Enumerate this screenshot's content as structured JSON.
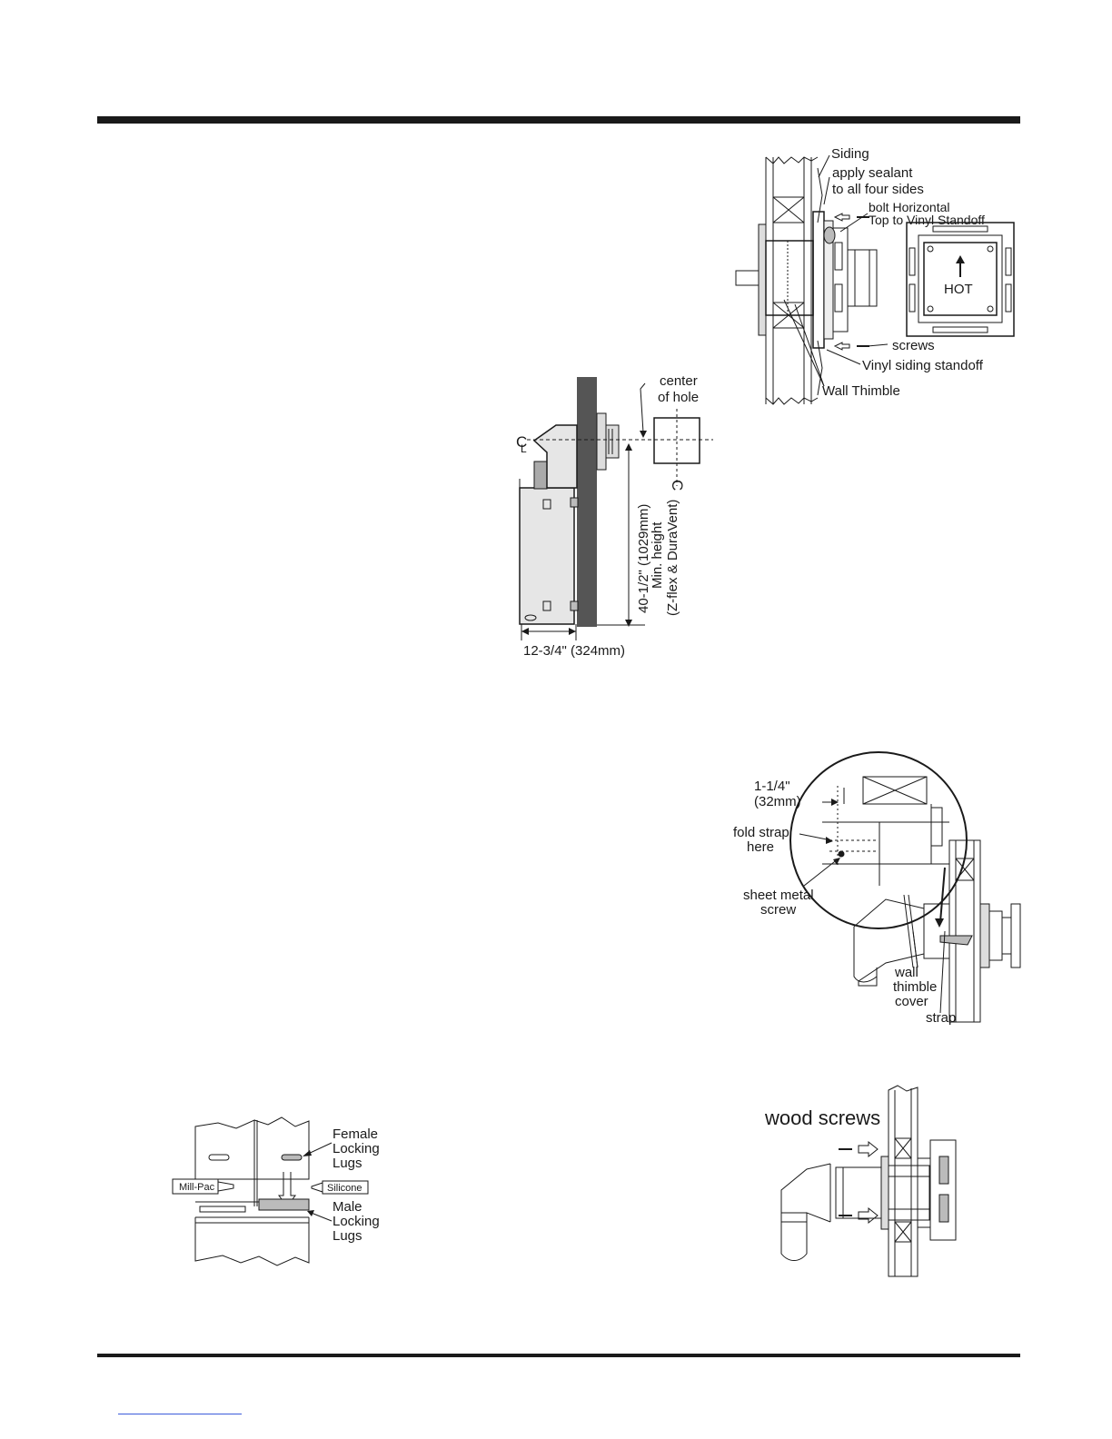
{
  "figure_side": {
    "center_of_hole_1": "center",
    "center_of_hole_2": "of hole",
    "height_1": "40-1/2\" (1029mm)",
    "height_2": "Min.   height",
    "height_3": "(Z-flex & DuraVent)",
    "width": "12-3/4\" (324mm)"
  },
  "figure_standoff": {
    "siding": "Siding",
    "sealant_1": "apply sealant",
    "sealant_2": "to all four sides",
    "bolt_1": "bolt Horizontal",
    "bolt_2": "Top to Vinyl Standoff",
    "hot": "HOT",
    "screws": "screws",
    "vinyl": "Vinyl siding standoff",
    "thimble": "Wall Thimble"
  },
  "figure_strap": {
    "dim_1": "1-1/4\"",
    "dim_2": "(32mm)",
    "fold_1": "fold strap",
    "fold_2": "here",
    "sms_1": "sheet metal",
    "sms_2": "screw",
    "cover_1": "wall",
    "cover_2": "thimble",
    "cover_3": "cover",
    "strap": "strap"
  },
  "figure_lugs": {
    "female_1": "Female",
    "female_2": "Locking",
    "female_3": "Lugs",
    "male_1": "Male",
    "male_2": "Locking",
    "male_3": "Lugs",
    "millpac": "Mill-Pac",
    "silicone": "Silicone"
  },
  "figure_wood": {
    "wood_screws": "wood screws"
  }
}
